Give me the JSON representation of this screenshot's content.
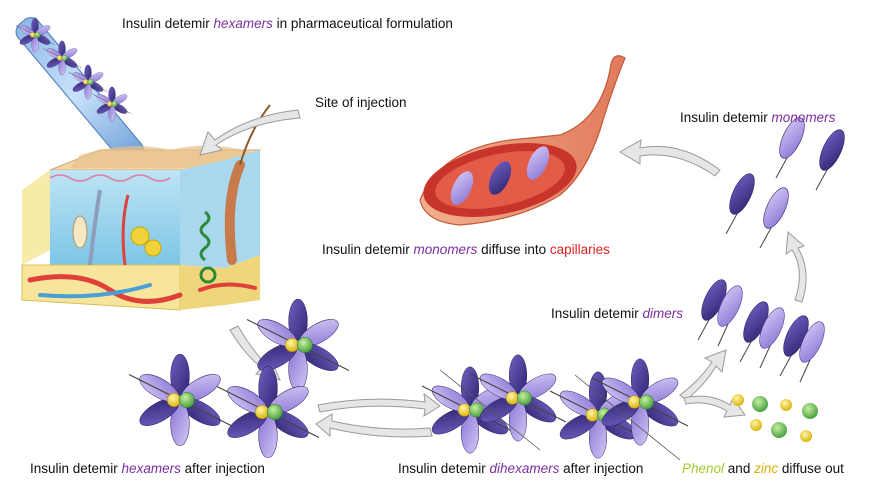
{
  "labels": {
    "formulation": {
      "pre": "Insulin detemir ",
      "em": "hexamers",
      "post": " in pharmaceutical formulation"
    },
    "injection_site": "Site of injection",
    "monomers_top": {
      "pre": "Insulin detemir ",
      "em": "monomers"
    },
    "capillaries": {
      "pre": "Insulin detemir ",
      "em": "monomers",
      "mid": " diffuse into ",
      "red": "capillaries"
    },
    "dimers": {
      "pre": "Insulin detemir ",
      "em": "dimers"
    },
    "hexamers_after": {
      "pre": "Insulin detemir ",
      "em": "hexamers",
      "post": " after injection"
    },
    "dihexamers_after": {
      "pre": "Insulin detemir ",
      "em": "dihexamers",
      "post": " after injection"
    },
    "phenol_zinc": {
      "phenol": "Phenol",
      "and": " and ",
      "zinc": "zinc",
      "post": " diffuse out"
    }
  },
  "colors": {
    "dark_petal": "#4a3a96",
    "light_petal": "#a994e0",
    "zinc": "#f1d62a",
    "phenol": "#5fb84c",
    "italic_accent": "#7a2ea0",
    "capillary_red": "#e02020",
    "arrow_grey": "#dcdcdc"
  }
}
